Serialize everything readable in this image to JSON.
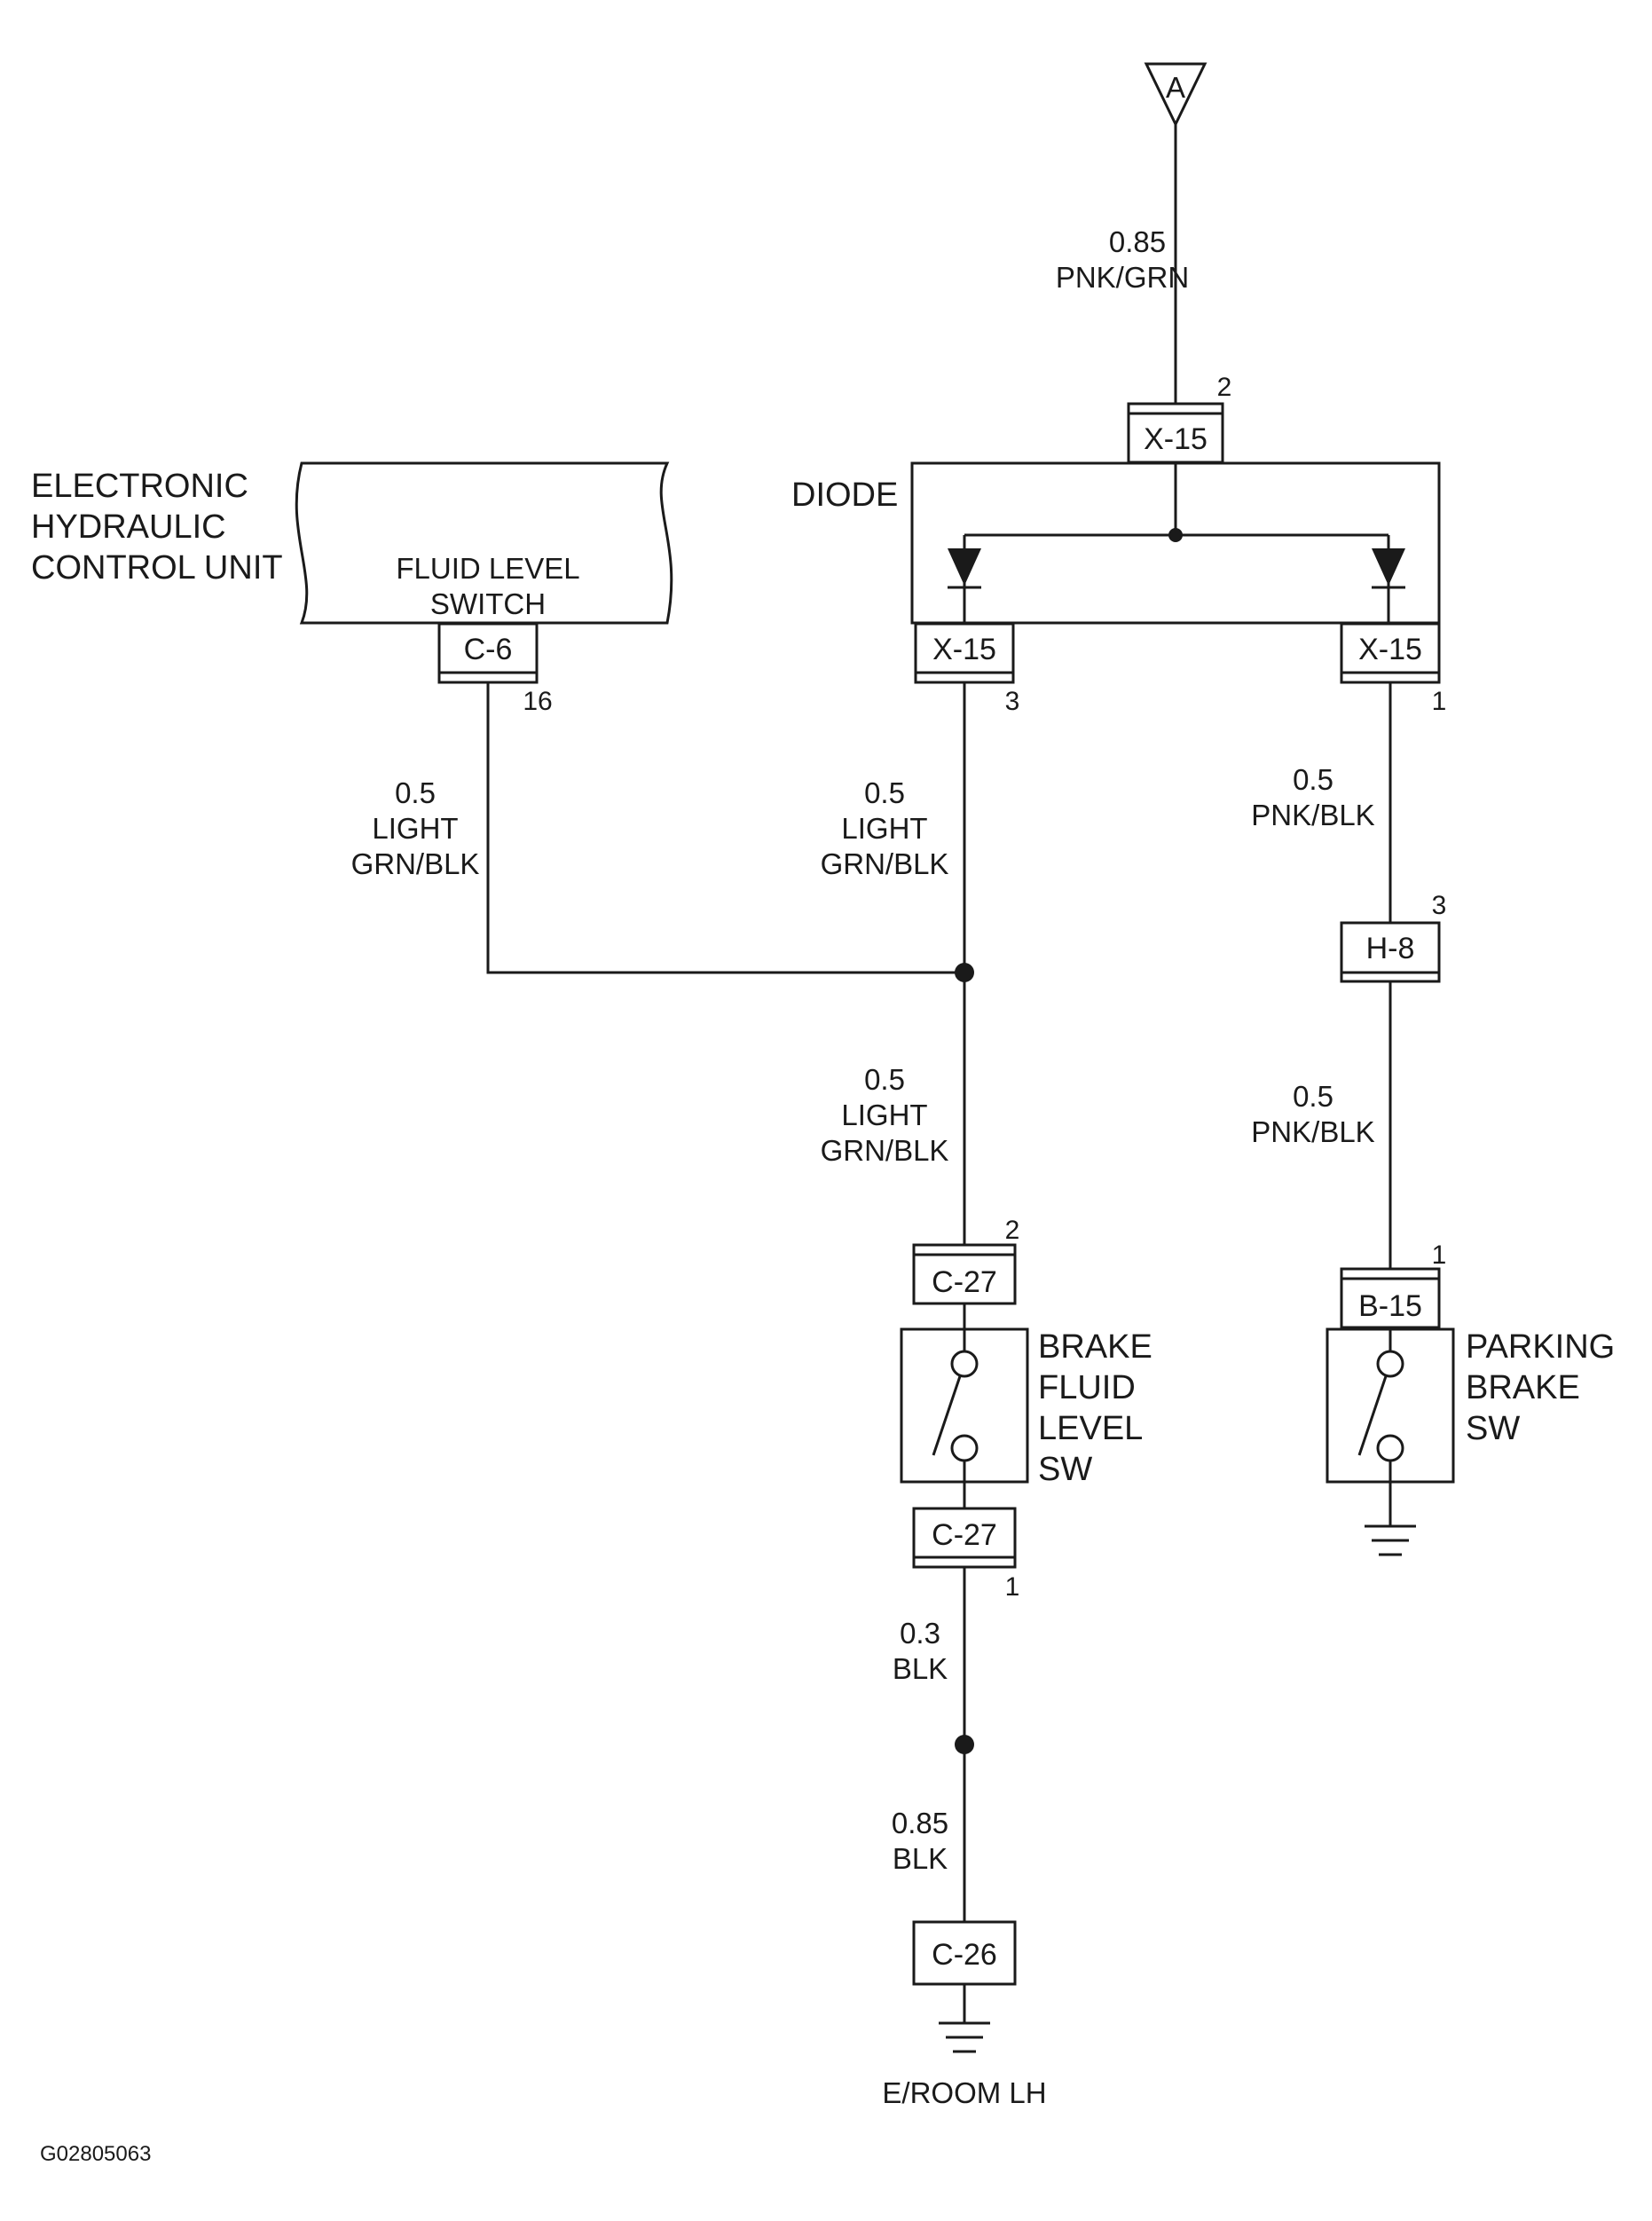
{
  "offpage_connector": "A",
  "components": {
    "ehcu": {
      "title_lines": [
        "ELECTRONIC",
        "HYDRAULIC",
        "CONTROL UNIT"
      ],
      "inner_lines": [
        "FLUID LEVEL",
        "SWITCH"
      ]
    },
    "diode": {
      "title": "DIODE"
    },
    "brake_fluid_sw": {
      "lines": [
        "BRAKE",
        "FLUID",
        "LEVEL",
        "SW"
      ]
    },
    "parking_brake_sw": {
      "lines": [
        "PARKING",
        "BRAKE",
        "SW"
      ]
    }
  },
  "connectors": {
    "x15_top": {
      "id": "X-15",
      "pin": "2"
    },
    "x15_left": {
      "id": "X-15",
      "pin": "3"
    },
    "x15_right": {
      "id": "X-15",
      "pin": "1"
    },
    "c6": {
      "id": "C-6",
      "pin": "16"
    },
    "h8": {
      "id": "H-8",
      "pin": "3"
    },
    "b15": {
      "id": "B-15",
      "pin": "1"
    },
    "c27_top": {
      "id": "C-27",
      "pin": "2"
    },
    "c27_bottom": {
      "id": "C-27",
      "pin": "1"
    },
    "c26": {
      "id": "C-26"
    }
  },
  "wires": {
    "top": [
      "0.85",
      "PNK/GRN"
    ],
    "c6_down": [
      "0.5",
      "LIGHT",
      "GRN/BLK"
    ],
    "x15_down": [
      "0.5",
      "LIGHT",
      "GRN/BLK"
    ],
    "splice_down": [
      "0.5",
      "LIGHT",
      "GRN/BLK"
    ],
    "right_upper": [
      "0.5",
      "PNK/BLK"
    ],
    "right_lower": [
      "0.5",
      "PNK/BLK"
    ],
    "ground_upper": [
      "0.3",
      "BLK"
    ],
    "ground_lower": [
      "0.85",
      "BLK"
    ]
  },
  "ground_label": "E/ROOM LH",
  "figure_id": "G02805063"
}
